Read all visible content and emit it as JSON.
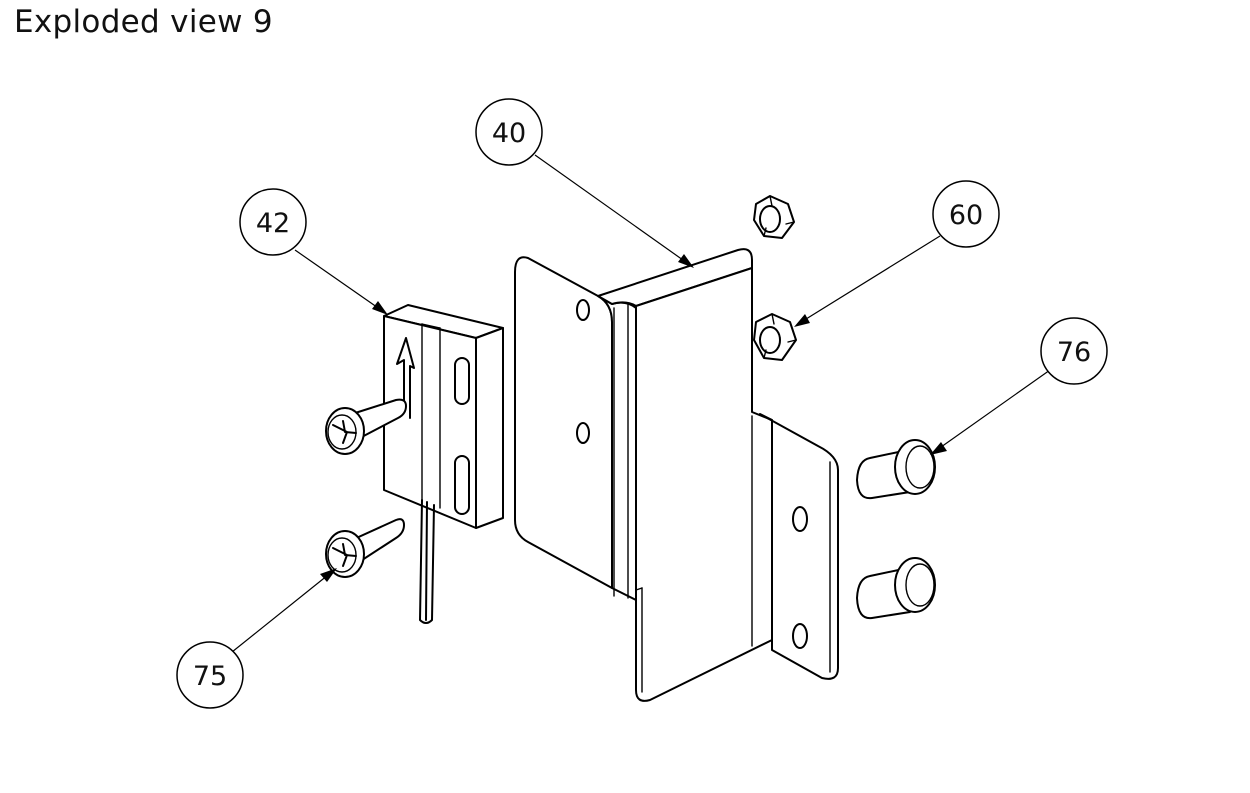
{
  "title": "Exploded view 9",
  "balloons": [
    {
      "id": "40",
      "label": "40"
    },
    {
      "id": "42",
      "label": "42"
    },
    {
      "id": "60",
      "label": "60"
    },
    {
      "id": "75",
      "label": "75"
    },
    {
      "id": "76",
      "label": "76"
    }
  ],
  "colors": {
    "line": "#000000",
    "background": "#ffffff",
    "text": "#111111"
  }
}
